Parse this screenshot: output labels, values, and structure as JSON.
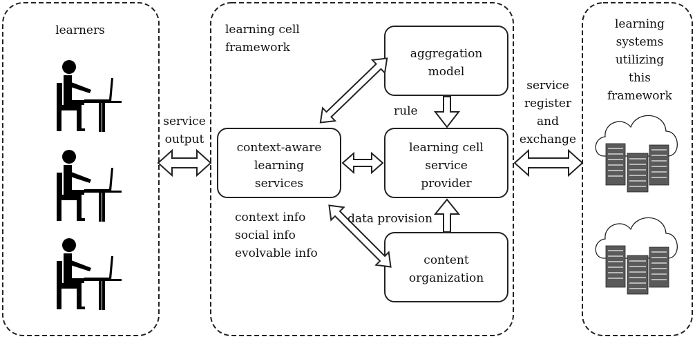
{
  "panels": {
    "learners": {
      "title": "learners"
    },
    "framework": {
      "title_line1": "learning cell",
      "title_line2": "framework"
    },
    "systems": {
      "title_line1": "learning",
      "title_line2": "systems",
      "title_line3": "utilizing",
      "title_line4": "this",
      "title_line5": "framework"
    }
  },
  "boxes": {
    "context_aware": {
      "line1": "context-aware",
      "line2": "learning",
      "line3": "services"
    },
    "aggregation": {
      "line1": "aggregation",
      "line2": "model"
    },
    "provider": {
      "line1": "learning cell",
      "line2": "service",
      "line3": "provider"
    },
    "content": {
      "line1": "content",
      "line2": "organization"
    }
  },
  "labels": {
    "service_output_1": "service",
    "service_output_2": "output",
    "rule": "rule",
    "data_provision": "data provision",
    "info_1": "context info",
    "info_2": "social info",
    "info_3": "evolvable info",
    "register_1": "service",
    "register_2": "register",
    "register_3": "and",
    "register_4": "exchange"
  },
  "icons": {
    "learner": "person-at-laptop-icon",
    "server": "cloud-server-icon"
  }
}
